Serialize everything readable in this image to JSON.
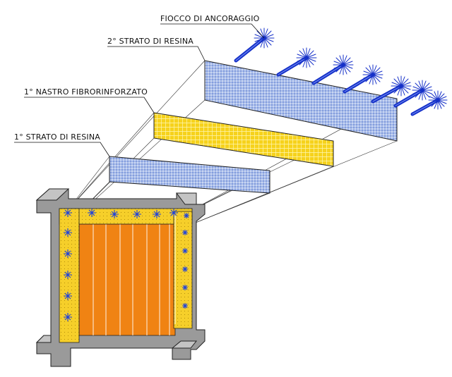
{
  "labels": {
    "anchor": "FIOCCO DI ANCORAGGIO",
    "resin_layer_2": "2° STRATO DI RESINA",
    "fiber_tape_1": "1° NASTRO FIBRORINFORZATO",
    "resin_layer_1": "1° STRATO DI RESINA"
  },
  "colors": {
    "resin": "#a9bdea",
    "resin_dots": "#4d6fc9",
    "fiber": "#f6d21c",
    "fiber_grid": "#ffffff",
    "panel": "#f08313",
    "concrete": "#9a9a9a",
    "concrete_top": "#c4c4c4",
    "anchor": "#1530c8",
    "star": "#1a3fe0"
  },
  "anchors": {
    "count": 7
  }
}
